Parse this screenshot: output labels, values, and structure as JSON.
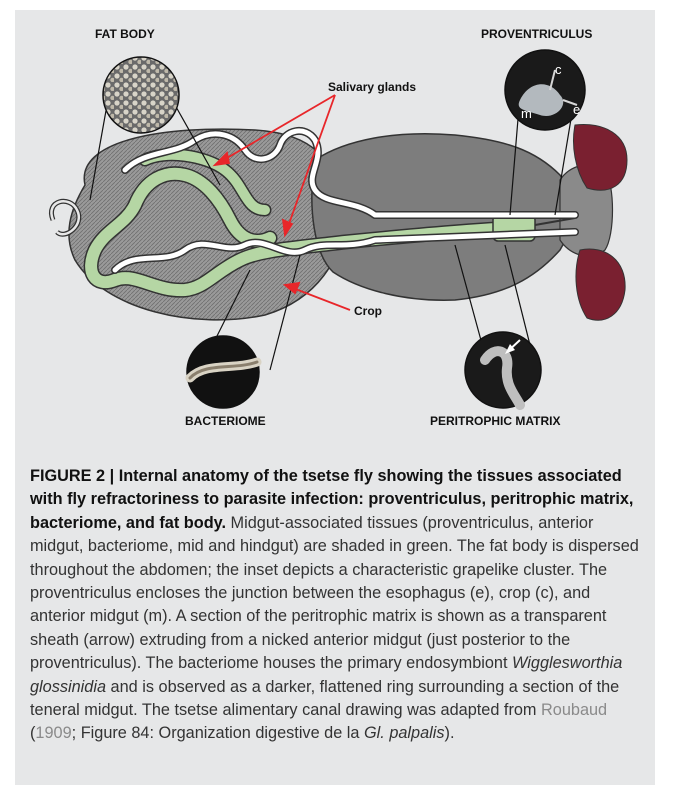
{
  "figure": {
    "labels": {
      "fat_body": "FAT BODY",
      "proventriculus": "PROVENTRICULUS",
      "salivary_glands": "Salivary glands",
      "crop": "Crop",
      "bacteriome": "BACTERIOME",
      "peritrophic_matrix": "PERITROPHIC MATRIX",
      "inset_c": "c",
      "inset_m": "m",
      "inset_e": "e"
    },
    "colors": {
      "background": "#e6e7e8",
      "midgut_green": "#b5d6a4",
      "arrow_red": "#e8262a",
      "thorax_gray": "#7d7d7d",
      "eye_maroon": "#7a2030"
    }
  },
  "caption": {
    "title": "FIGURE 2 | Internal anatomy of the tsetse fly showing the tissues associated with fly refractoriness to parasite infection: proventriculus, peritrophic matrix, bacteriome, and fat body.",
    "body_1": " Midgut-associated tissues (proventriculus, anterior midgut, bacteriome, mid and hindgut) are shaded in green. The fat body is dispersed throughout the abdomen; the inset depicts a characteristic grapelike cluster. The proventriculus encloses the junction between the esophagus (e), crop (c), and anterior midgut (m). A section of the peritrophic matrix is shown as a transparent sheath (arrow) extruding from a nicked anterior midgut (just posterior to the proventriculus). The bacteriome houses the primary endosymbiont ",
    "species": "Wigglesworthia glossinidia",
    "body_2": " and is observed as a darker, flattened ring surrounding a section of the teneral midgut. The tsetse alimentary canal drawing was adapted from ",
    "ref_author": "Roubaud",
    "ref_open": " (",
    "ref_year": "1909",
    "ref_rest": "; Figure 84: Organization digestive de la ",
    "ref_species": "Gl. palpalis",
    "ref_close": ")."
  }
}
